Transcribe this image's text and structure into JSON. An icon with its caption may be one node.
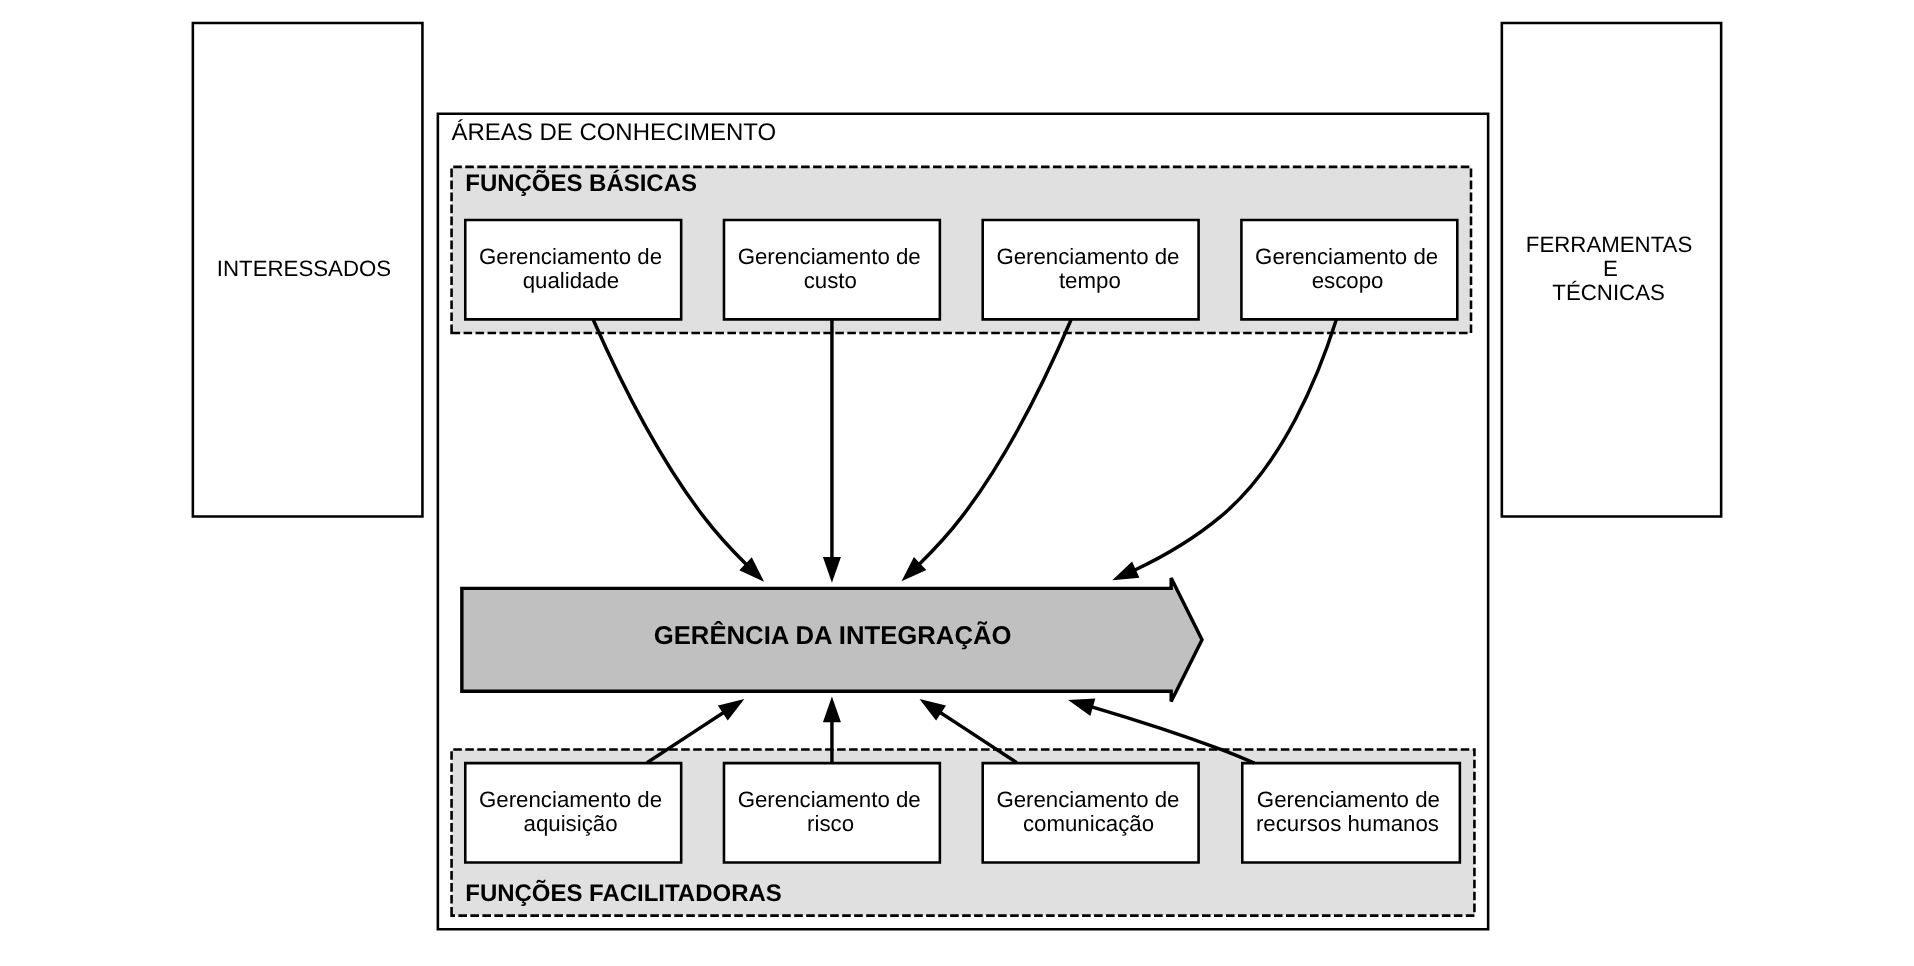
{
  "diagram": {
    "nodes": [
      {
        "text": [
          "INTERESSADOS"
        ]
      },
      {
        "text": [
          "ÁREAS DE CONHECIMENTO"
        ]
      },
      {
        "text": [
          "FUNÇÕES BÁSICAS"
        ],
        "in": 1
      },
      {
        "text": [
          "Gerenciamento de escopo"
        ],
        "in": 2
      },
      {
        "text": [
          "Gerenciamento de tempo"
        ],
        "in": 2
      },
      {
        "text": [
          "Gerenciamento de custo"
        ],
        "in": 2
      },
      {
        "text": [
          "Gerenciamento de qualidade"
        ],
        "in": 2
      },
      {
        "text": [
          "GERÊNCIA DA INTEGRAÇÃO"
        ],
        "in": 1
      },
      {
        "text": [
          "FUNÇÕES FACILITADORAS"
        ],
        "in": 1
      },
      {
        "text": [
          "Gerenciamento de recursos humanos"
        ],
        "in": 8
      },
      {
        "text": [
          "Gerenciamento de comunicação"
        ],
        "in": 8
      },
      {
        "text": [
          "Gerenciamento de risco"
        ],
        "in": 8
      },
      {
        "text": [
          "Gerenciamento de aquisição"
        ],
        "in": 8
      },
      {
        "text": [
          "FERRAMENTAS E TÉCNICAS"
        ]
      }
    ],
    "edges": [
      {
        "from": 3,
        "to": 7,
        "arrow": "to"
      },
      {
        "from": 4,
        "to": 7,
        "arrow": "to"
      },
      {
        "from": 5,
        "to": 7,
        "arrow": "to"
      },
      {
        "from": 6,
        "to": 7,
        "arrow": "to"
      },
      {
        "from": 9,
        "to": 7,
        "arrow": "to"
      },
      {
        "from": 10,
        "to": 7,
        "arrow": "to"
      },
      {
        "from": 11,
        "to": 7,
        "arrow": "to"
      },
      {
        "from": 12,
        "to": 7,
        "arrow": "to"
      }
    ]
  }
}
